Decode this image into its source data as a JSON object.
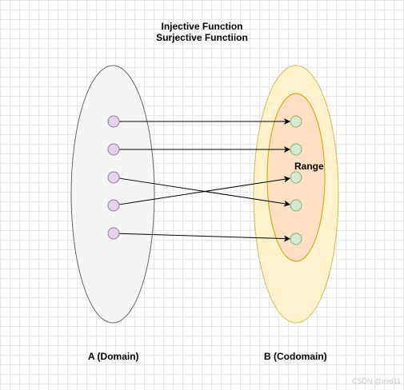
{
  "title_lines": [
    "Injective Function",
    "Surjective Functiion"
  ],
  "labels": {
    "domain": "A (Domain)",
    "codomain": "B (Codomain)",
    "range": "Range"
  },
  "watermark": "CSDN @nvd11",
  "colors": {
    "domain_fill": "#f5f5f5",
    "domain_stroke": "#666666",
    "codomain_fill": "#fff2cc",
    "codomain_stroke": "#d6b656",
    "range_fill": "#ffe0c2",
    "range_stroke": "#d79b00",
    "domain_point_fill": "#e1d5e7",
    "domain_point_stroke": "#9673a6",
    "codomain_point_fill": "#d5e8d4",
    "codomain_point_stroke": "#82b366",
    "arrow": "#000000"
  },
  "domain_point_count": 5,
  "codomain_point_count": 5,
  "mappings": [
    {
      "from": 1,
      "to": 1
    },
    {
      "from": 2,
      "to": 2
    },
    {
      "from": 3,
      "to": 4
    },
    {
      "from": 4,
      "to": 3
    },
    {
      "from": 5,
      "to": 5
    }
  ]
}
